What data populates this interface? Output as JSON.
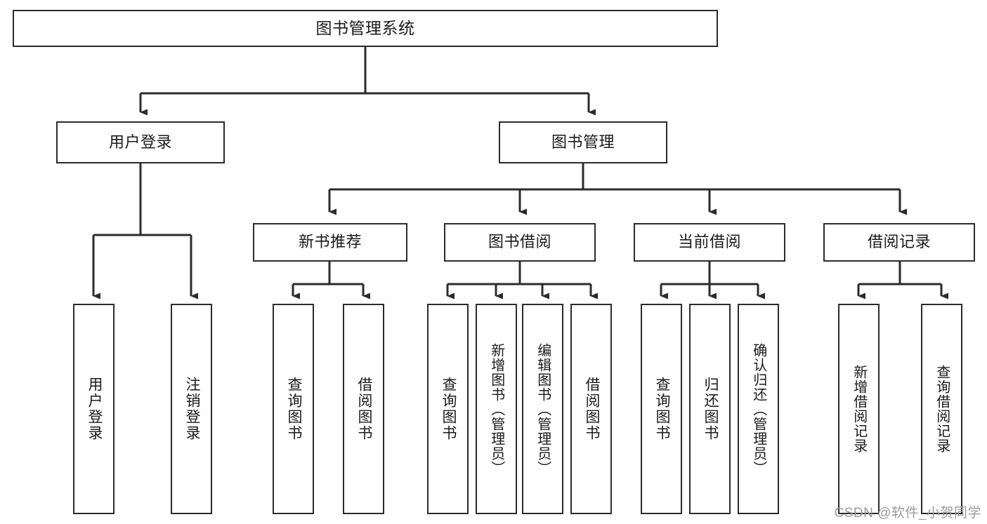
{
  "diagram": {
    "type": "tree",
    "title": "图书管理系统",
    "watermark": "CSDN @软件_小贺同学",
    "colors": {
      "stroke": "#2b2b2b",
      "fill": "#ffffff",
      "text": "#1a1a1a",
      "watermark": "#9a9a9a"
    },
    "nodes": {
      "root": {
        "label": "图书管理系统"
      },
      "level1": [
        {
          "id": "user-login",
          "label": "用户登录"
        },
        {
          "id": "book-manage",
          "label": "图书管理"
        }
      ],
      "level2": [
        {
          "id": "new-book-recommend",
          "label": "新书推荐"
        },
        {
          "id": "book-borrow",
          "label": "图书借阅"
        },
        {
          "id": "current-borrow",
          "label": "当前借阅"
        },
        {
          "id": "borrow-record",
          "label": "借阅记录"
        }
      ],
      "leaves": [
        {
          "id": "leaf-user-login",
          "label": "用户登录"
        },
        {
          "id": "leaf-logout-login",
          "label": "注销登录"
        },
        {
          "id": "leaf-query-book-1",
          "label": "查询图书"
        },
        {
          "id": "leaf-borrow-book-1",
          "label": "借阅图书"
        },
        {
          "id": "leaf-query-book-2",
          "label": "查询图书"
        },
        {
          "id": "leaf-add-book-admin",
          "label": "新增图书（管理员）"
        },
        {
          "id": "leaf-edit-book-admin",
          "label": "编辑图书（管理员）"
        },
        {
          "id": "leaf-borrow-book-2",
          "label": "借阅图书"
        },
        {
          "id": "leaf-query-book-3",
          "label": "查询图书"
        },
        {
          "id": "leaf-return-book",
          "label": "归还图书"
        },
        {
          "id": "leaf-confirm-return-admin",
          "label": "确认归还（管理员）"
        },
        {
          "id": "leaf-add-borrow-record",
          "label": "新增借阅记录"
        },
        {
          "id": "leaf-query-borrow-record",
          "label": "查询借阅记录"
        }
      ]
    },
    "edges": [
      {
        "from": "root",
        "to": "user-login"
      },
      {
        "from": "root",
        "to": "book-manage"
      },
      {
        "from": "user-login",
        "to": "leaf-user-login"
      },
      {
        "from": "user-login",
        "to": "leaf-logout-login"
      },
      {
        "from": "book-manage",
        "to": "new-book-recommend"
      },
      {
        "from": "book-manage",
        "to": "book-borrow"
      },
      {
        "from": "book-manage",
        "to": "current-borrow"
      },
      {
        "from": "book-manage",
        "to": "borrow-record"
      },
      {
        "from": "new-book-recommend",
        "to": "leaf-query-book-1"
      },
      {
        "from": "new-book-recommend",
        "to": "leaf-borrow-book-1"
      },
      {
        "from": "book-borrow",
        "to": "leaf-query-book-2"
      },
      {
        "from": "book-borrow",
        "to": "leaf-add-book-admin"
      },
      {
        "from": "book-borrow",
        "to": "leaf-edit-book-admin"
      },
      {
        "from": "book-borrow",
        "to": "leaf-borrow-book-2"
      },
      {
        "from": "current-borrow",
        "to": "leaf-query-book-3"
      },
      {
        "from": "current-borrow",
        "to": "leaf-return-book"
      },
      {
        "from": "current-borrow",
        "to": "leaf-confirm-return-admin"
      },
      {
        "from": "borrow-record",
        "to": "leaf-add-borrow-record"
      },
      {
        "from": "borrow-record",
        "to": "leaf-query-borrow-record"
      }
    ]
  }
}
